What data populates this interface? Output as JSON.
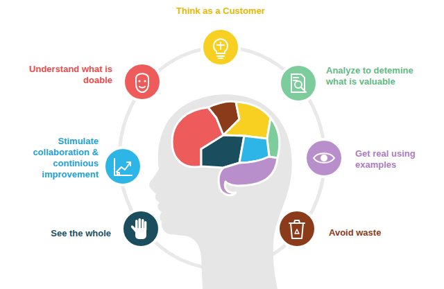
{
  "diagram": {
    "nodes": [
      {
        "text": [
          "Think as a Customer"
        ]
      },
      {
        "text": [
          "Analyze to detemine what is valuable"
        ]
      },
      {
        "text": [
          "Get real using examples"
        ]
      },
      {
        "text": [
          "Avoid waste"
        ]
      },
      {
        "text": [
          "See the whole"
        ]
      },
      {
        "text": [
          "Stimulate collaboration & continious improvement"
        ]
      },
      {
        "text": [
          "Understand what is doable"
        ]
      }
    ]
  }
}
